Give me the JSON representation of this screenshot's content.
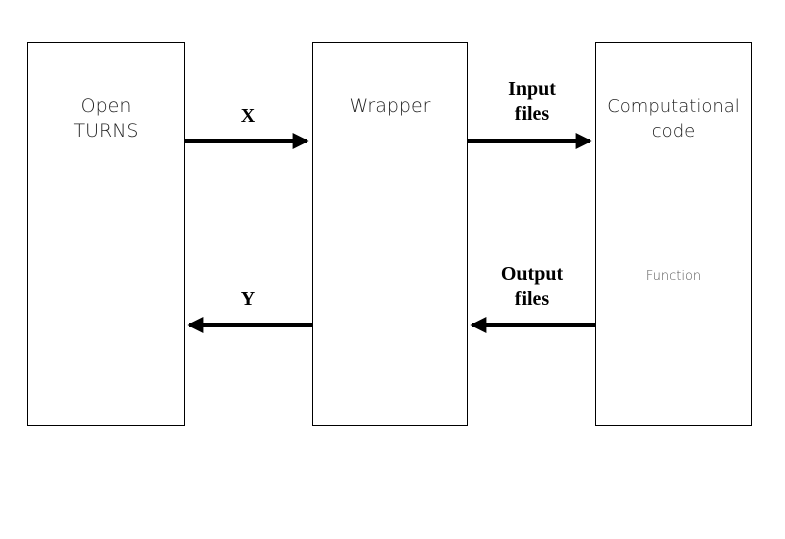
{
  "boxes": {
    "openturns": {
      "line1": "Open",
      "line2": "TURNS"
    },
    "wrapper": {
      "label": "Wrapper"
    },
    "code": {
      "line1": "Computational",
      "line2": "code",
      "sublabel": "Function"
    }
  },
  "arrows": {
    "x": {
      "label": "X"
    },
    "input": {
      "line1": "Input",
      "line2": "files"
    },
    "output": {
      "line1": "Output",
      "line2": "files"
    },
    "y": {
      "label": "Y"
    }
  },
  "colors": {
    "stroke": "#000000",
    "background": "#ffffff"
  }
}
